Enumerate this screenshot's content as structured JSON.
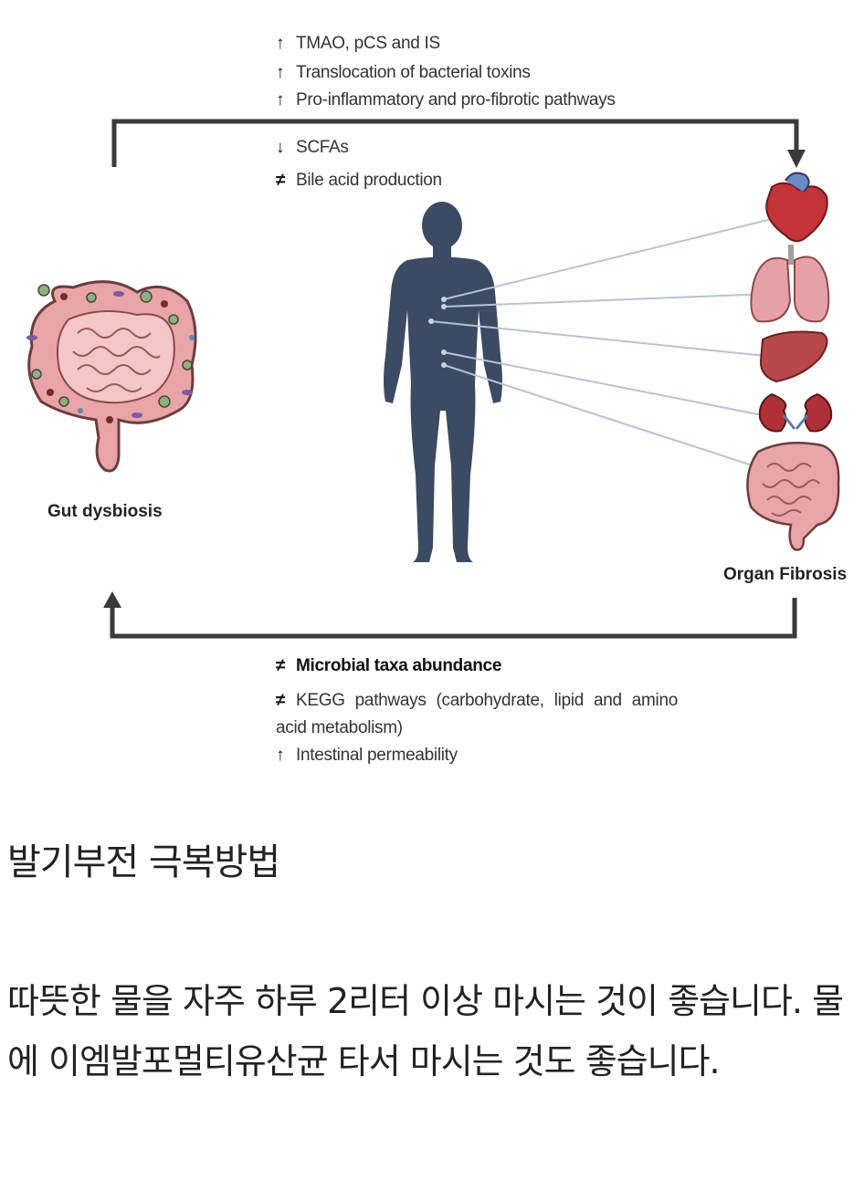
{
  "figure": {
    "top_effects": [
      {
        "symbol": "↑",
        "text": "TMAO, pCS and IS"
      },
      {
        "symbol": "↑",
        "text": "Translocation of bacterial toxins"
      },
      {
        "symbol": "↑",
        "text": "Pro-inflammatory and pro-fibrotic pathways"
      }
    ],
    "mid_effects": [
      {
        "symbol": "↓",
        "text": "SCFAs"
      },
      {
        "symbol": "≠",
        "text": "Bile acid production"
      }
    ],
    "bottom_effects": [
      {
        "symbol": "≠",
        "text": "Microbial taxa abundance"
      },
      {
        "symbol": "≠",
        "text": "KEGG pathways (carbohydrate, lipid and amino acid metabolism)"
      },
      {
        "symbol": "↑",
        "text": "Intestinal permeability"
      }
    ],
    "left_label": "Gut dysbiosis",
    "right_label": "Organ Fibrosis"
  },
  "article": {
    "heading": "발기부전 극복방법",
    "paragraph": "따뜻한 물을 자주 하루 2리터 이상 마시는 것이 좋습니다. 물에 이엠발포멀티유산균 타서 마시는 것도 좋습니다."
  }
}
